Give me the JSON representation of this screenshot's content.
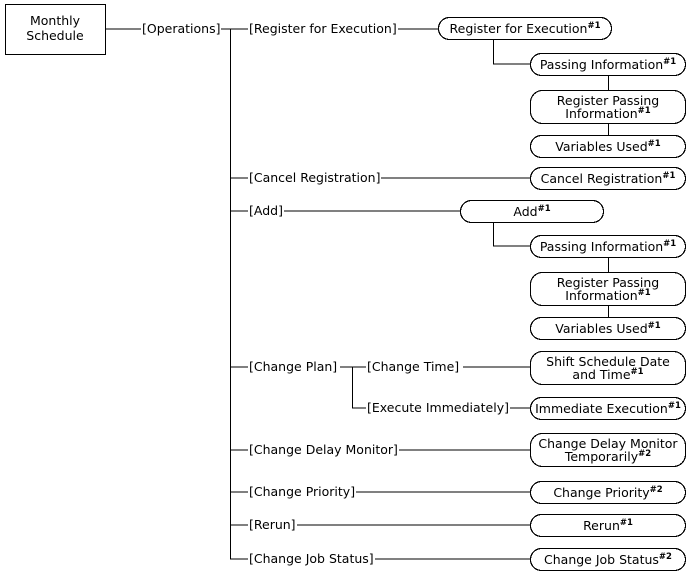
{
  "diagram": {
    "type": "tree-diagram",
    "title": "Monthly Schedule operations tree",
    "root": {
      "line1": "Monthly",
      "line2": "Schedule"
    },
    "trunk_label": "[Operations]",
    "branches": [
      {
        "label": "[Register for Execution]"
      },
      {
        "label": "[Cancel Registration]"
      },
      {
        "label": "[Add]"
      },
      {
        "label": "[Change Plan]"
      },
      {
        "label": "[Change Delay Monitor]"
      },
      {
        "label": "[Change Priority]"
      },
      {
        "label": "[Rerun]"
      },
      {
        "label": "[Change Job Status]"
      }
    ],
    "sub_branches": [
      {
        "label": "[Change Time]"
      },
      {
        "label": "[Execute Immediately]"
      }
    ],
    "nodes": [
      {
        "id": "register-for-execution",
        "text": "Register for Execution",
        "sup": "#1"
      },
      {
        "id": "passing-information-1",
        "text": "Passing Information",
        "sup": "#1"
      },
      {
        "id": "register-passing-information-1",
        "line1": "Register Passing",
        "line2": "Information",
        "sup": "#1"
      },
      {
        "id": "variables-used-1",
        "text": "Variables Used",
        "sup": "#1"
      },
      {
        "id": "cancel-registration",
        "text": "Cancel Registration",
        "sup": "#1"
      },
      {
        "id": "add",
        "text": "Add",
        "sup": "#1"
      },
      {
        "id": "passing-information-2",
        "text": "Passing Information",
        "sup": "#1"
      },
      {
        "id": "register-passing-information-2",
        "line1": "Register Passing",
        "line2": "Information",
        "sup": "#1"
      },
      {
        "id": "variables-used-2",
        "text": "Variables Used",
        "sup": "#1"
      },
      {
        "id": "shift-schedule-date-and-time",
        "line1": "Shift Schedule Date",
        "line2": "and Time",
        "sup": "#1"
      },
      {
        "id": "immediate-execution",
        "text": "Immediate Execution",
        "sup": "#1"
      },
      {
        "id": "change-delay-monitor-temporarily",
        "line1": "Change Delay Monitor",
        "line2": "Temporarily",
        "sup": "#2"
      },
      {
        "id": "change-priority",
        "text": "Change Priority",
        "sup": "#2"
      },
      {
        "id": "rerun",
        "text": "Rerun",
        "sup": "#1"
      },
      {
        "id": "change-job-status",
        "text": "Change Job Status",
        "sup": "#2"
      }
    ],
    "colors": {
      "stroke": "#000000",
      "background": "#ffffff",
      "text": "#000000"
    }
  }
}
